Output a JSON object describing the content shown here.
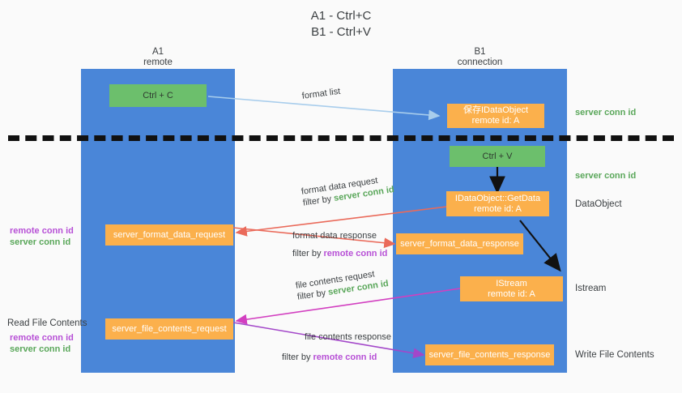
{
  "title": {
    "line1": "A1 - Ctrl+C",
    "line2": "B1 - Ctrl+V"
  },
  "lanes": [
    {
      "id": "a1",
      "name": "A1",
      "sub": "remote",
      "color": "#4a86d8"
    },
    {
      "id": "b1",
      "name": "B1",
      "sub": "connection",
      "color": "#4a86d8"
    }
  ],
  "nodes": {
    "ctrl_c": {
      "label": "Ctrl + C",
      "color": "#6cbf6c"
    },
    "save_dataobject": {
      "line1": "保存IDataObject",
      "line2": "remote id: A",
      "color": "#fbb04c"
    },
    "ctrl_v": {
      "label": "Ctrl + V",
      "color": "#6cbf6c"
    },
    "getdata": {
      "line1": "IDataObject::GetData",
      "line2": "remote id: A",
      "color": "#fbb04c"
    },
    "istream": {
      "line1": "IStream",
      "line2": "remote id: A",
      "color": "#fbb04c"
    },
    "server_format_data_request": {
      "label": "server_format_data_request",
      "color": "#fbb04c"
    },
    "server_format_data_response": {
      "label": "server_format_data_response",
      "color": "#fbb04c"
    },
    "server_file_contents_request": {
      "label": "server_file_contents_request",
      "color": "#fbb04c"
    },
    "server_file_contents_response": {
      "label": "server_file_contents_response",
      "color": "#fbb04c"
    }
  },
  "edge_labels": {
    "format_list": "format list",
    "format_data_request": "format data request",
    "format_data_request_filter_prefix": "filter by ",
    "format_data_request_filter_key": "server conn id",
    "format_data_response": "format data response",
    "format_data_response_filter_prefix": "filter by ",
    "format_data_response_filter_key": "remote conn id",
    "file_contents_request": "file contents request",
    "file_contents_request_filter_prefix": "filter by ",
    "file_contents_request_filter_key": "server conn id",
    "file_contents_response": "file contents response",
    "file_contents_response_filter_prefix": "filter by ",
    "file_contents_response_filter_key": "remote conn id"
  },
  "right_annotations": [
    {
      "id": "ann-server-conn-id-1",
      "text": "server conn id",
      "kind": "green"
    },
    {
      "id": "ann-server-conn-id-2",
      "text": "server conn id",
      "kind": "green"
    },
    {
      "id": "ann-dataobject",
      "text": "DataObject",
      "kind": "plain"
    },
    {
      "id": "ann-istream",
      "text": "Istream",
      "kind": "plain"
    },
    {
      "id": "ann-write-file-contents",
      "text": "Write File Contents",
      "kind": "plain"
    }
  ],
  "left_annotations": {
    "group1": {
      "remote": "remote conn id",
      "server": "server conn id"
    },
    "read_file_contents": "Read File Contents",
    "group2": {
      "remote": "remote conn id",
      "server": "server conn id"
    }
  },
  "colors": {
    "lane": "#4a86d8",
    "green_node": "#6cbf6c",
    "orange_node": "#fbb04c",
    "green_text": "#5aa75a",
    "purple_text": "#b750d6",
    "arrow_light_blue": "#a8cdec",
    "arrow_red": "#ea6a5a",
    "arrow_magenta": "#d23fc0",
    "arrow_purple": "#a347c9",
    "arrow_black": "#111111",
    "background": "#fafafa"
  }
}
